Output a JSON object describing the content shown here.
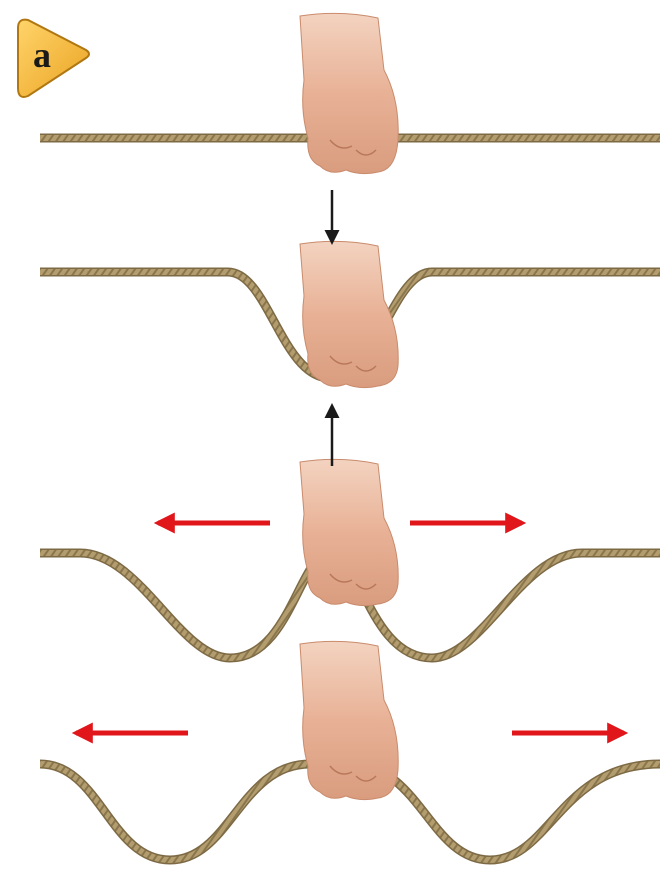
{
  "figure": {
    "panel_label": "a",
    "colors": {
      "rope": "#a8946a",
      "rope_highlight": "#d6c49a",
      "rope_stitch": "#7a6742",
      "skin": "#e9b595",
      "skin_shadow": "#c98b6c",
      "force_arrow": "#e0161b",
      "motion_arrow": "#1a1a1a",
      "badge_fill": "#f5b533",
      "badge_stroke": "#b07712"
    },
    "steps": [
      {
        "rope_shape": "straight",
        "hand_motion": "none",
        "wave_arrows": "none"
      },
      {
        "rope_shape": "single-trough",
        "hand_motion": "down",
        "wave_arrows": "none"
      },
      {
        "rope_shape": "two-troughs",
        "hand_motion": "up",
        "wave_arrows": "outward"
      },
      {
        "rope_shape": "two-troughs-spread",
        "hand_motion": "none",
        "wave_arrows": "outward"
      }
    ]
  }
}
